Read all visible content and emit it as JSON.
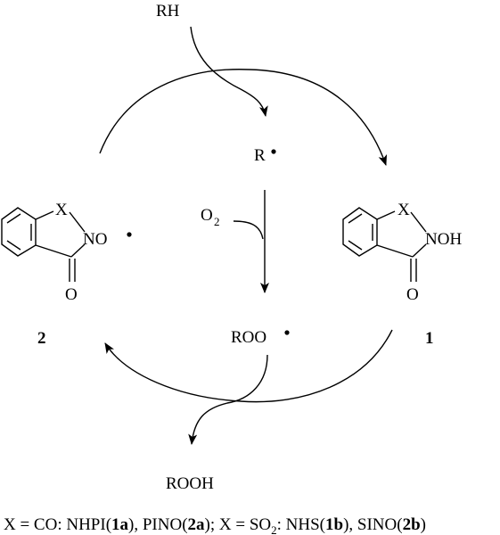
{
  "reagents": {
    "substrate": "RH",
    "alkyl_radical": "R",
    "oxygen": "O",
    "oxygen_subscript": "2",
    "peroxyl_radical": "ROO",
    "product": "ROOH"
  },
  "left_structure": {
    "number": "2",
    "x_atom": "X",
    "n_group": "NO",
    "carbonyl_o": "O"
  },
  "right_structure": {
    "number": "1",
    "x_atom": "X",
    "n_group": "NOH",
    "carbonyl_o": "O"
  },
  "caption": {
    "part1_text": "X = CO: NHPI(",
    "part1_bold": "1a",
    "part2_text": "), PINO(",
    "part2_bold": "2a",
    "part3_text": "); X = SO",
    "part3_sub": "2",
    "part4_text": ": NHS(",
    "part4_bold": "1b",
    "part5_text": "), SINO(",
    "part5_bold": "2b",
    "part6_text": ")"
  }
}
